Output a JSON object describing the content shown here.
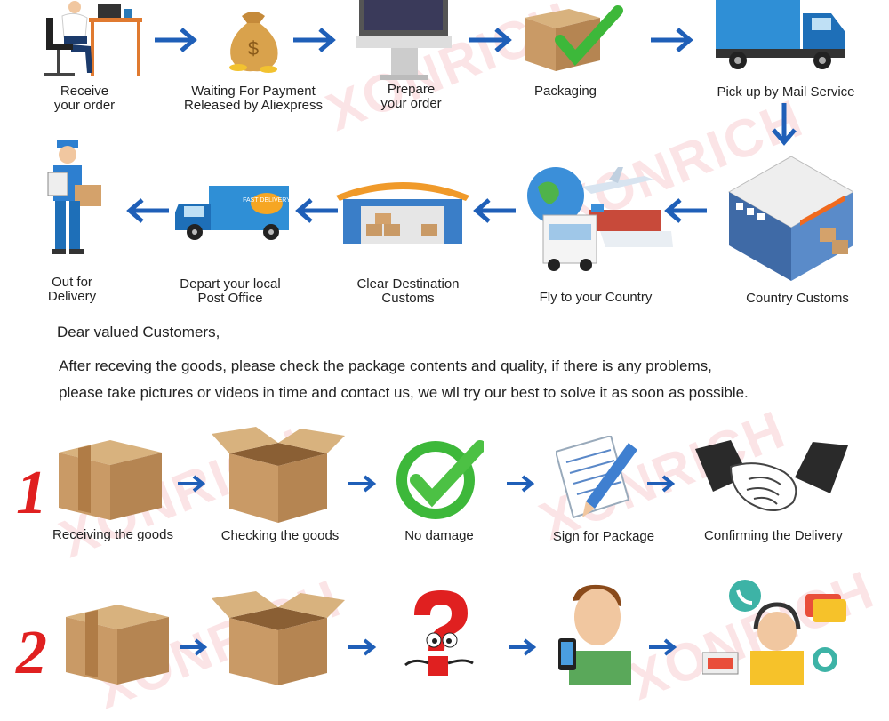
{
  "row1": [
    {
      "line1": "Receive",
      "line2": "your order"
    },
    {
      "line1": "Waiting For Payment",
      "line2": "Released by Aliexpress"
    },
    {
      "line1": "Prepare",
      "line2": "your order"
    },
    {
      "line1": "Packaging",
      "line2": ""
    },
    {
      "line1": "Pick up by Mail Service",
      "line2": ""
    }
  ],
  "row2": [
    {
      "line1": "Out for",
      "line2": "Delivery"
    },
    {
      "line1": "Depart your local",
      "line2": "Post Office"
    },
    {
      "line1": "Clear Destination",
      "line2": "Customs"
    },
    {
      "line1": "Fly to your Country",
      "line2": ""
    },
    {
      "line1": "Country Customs",
      "line2": ""
    }
  ],
  "message": {
    "greeting": "Dear valued Customers,",
    "line1": "After receving the goods, please check the package contents and quality, if there is any problems,",
    "line2": "please take pictures or videos in time and contact us, we wll try our best to solve it as soon as possible."
  },
  "steps1": {
    "number": "1",
    "labels": [
      "Receiving the goods",
      "Checking the goods",
      "No damage",
      "Sign for Package",
      "Confirming the Delivery"
    ]
  },
  "steps2": {
    "number": "2"
  },
  "watermark": "XONRICH",
  "truck_sign": "FAST DELIVERY",
  "colors": {
    "arrow": "#1f5fb8",
    "check": "#3db83a",
    "number": "#e02020",
    "box": "#c99a66"
  }
}
